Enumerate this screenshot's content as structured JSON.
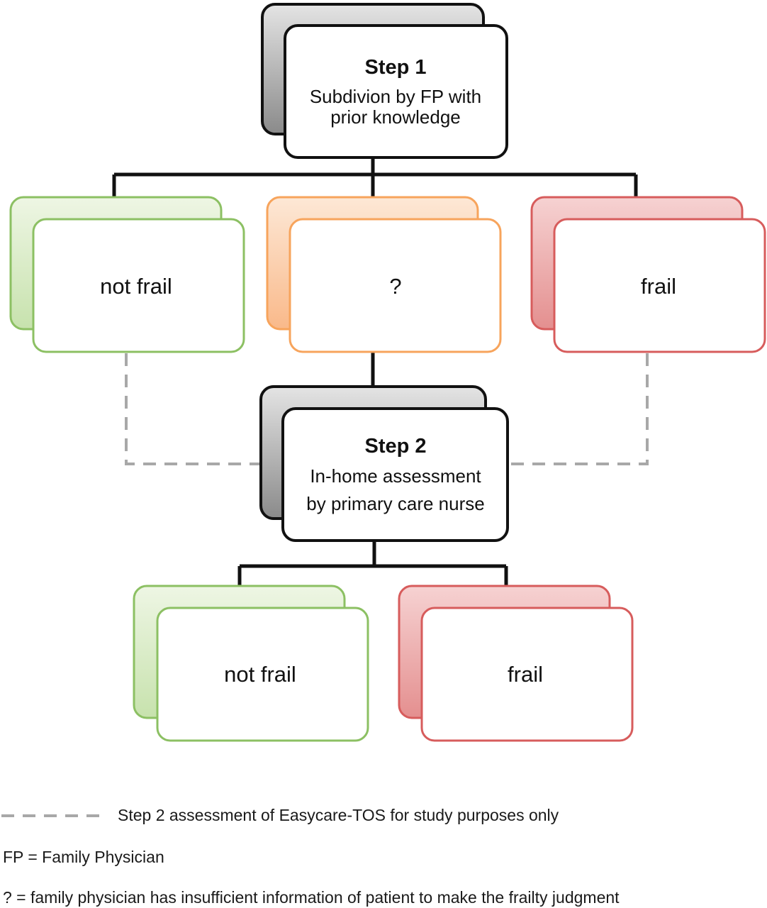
{
  "step1": {
    "title": "Step 1",
    "line1": "Subdivion by FP with",
    "line2": "prior knowledge"
  },
  "not_frail_1": {
    "label": "not frail"
  },
  "uncertain": {
    "label": "?"
  },
  "frail_1": {
    "label": "frail"
  },
  "step2": {
    "title": "Step 2",
    "line1": "In-home assessment",
    "line2": "by primary care nurse"
  },
  "not_frail_2": {
    "label": "not frail"
  },
  "frail_2": {
    "label": "frail"
  },
  "legend": {
    "dashed": "Step 2 assessment of Easycare-TOS for study purposes only",
    "fp": "FP = Family Physician",
    "question": "? = family physician has insufficient information of patient to make the frailty judgment"
  },
  "colors": {
    "green": "#8cc063",
    "orange": "#f7a45c",
    "red": "#d75c5c",
    "gray": "#6e6e6e",
    "dashed": "#a8a8a8"
  }
}
